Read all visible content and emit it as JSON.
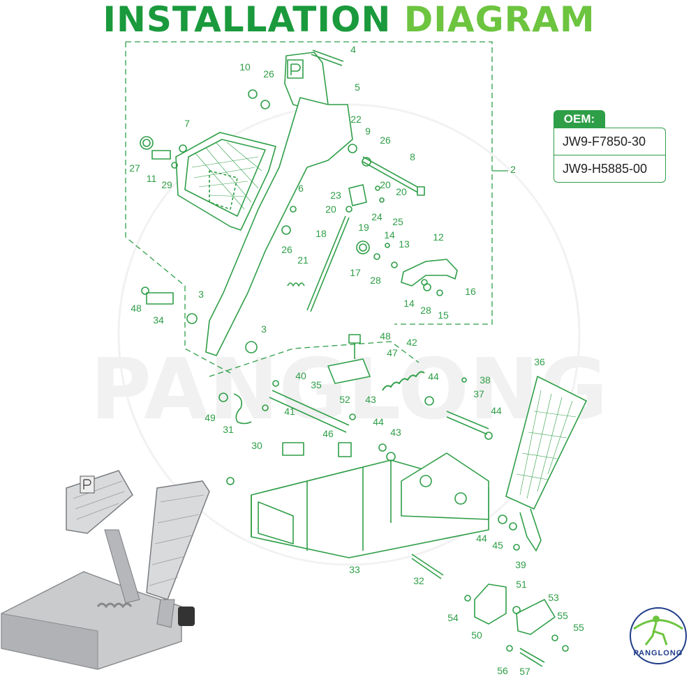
{
  "title": {
    "part1": "INSTALLATION",
    "part2": "DIAGRAM"
  },
  "oem": {
    "label": "OEM:",
    "numbers": [
      "JW9-F7850-30",
      "JW9-H5885-00"
    ]
  },
  "watermark_text": "PANGLONG",
  "logo_text": "PANGLONG",
  "callouts": [
    "2",
    "3",
    "3",
    "4",
    "5",
    "6",
    "7",
    "8",
    "9",
    "10",
    "11",
    "12",
    "13",
    "14",
    "14",
    "15",
    "16",
    "17",
    "18",
    "19",
    "20",
    "20",
    "20",
    "21",
    "22",
    "23",
    "24",
    "25",
    "26",
    "26",
    "26",
    "27",
    "28",
    "28",
    "29",
    "30",
    "31",
    "32",
    "33",
    "34",
    "35",
    "36",
    "37",
    "38",
    "39",
    "40",
    "41",
    "42",
    "43",
    "43",
    "44",
    "44",
    "44",
    "44",
    "45",
    "46",
    "47",
    "48",
    "48",
    "49",
    "50",
    "51",
    "52",
    "53",
    "54",
    "55",
    "55",
    "56",
    "57"
  ],
  "colors": {
    "line": "#2e9e47",
    "title_primary": "#1a9a3c",
    "title_secondary": "#6cc43f",
    "text": "#222222",
    "logo": "#1f3c88"
  }
}
